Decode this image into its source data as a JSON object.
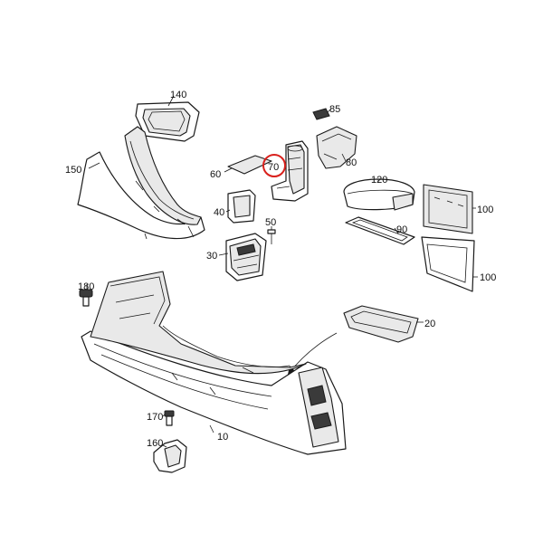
{
  "colors": {
    "line": "#1a1a1a",
    "highlight": "#d9201c",
    "shade": "#e9e9e9"
  },
  "callouts": {
    "p10": "10",
    "p20": "20",
    "p30": "30",
    "p40": "40",
    "p50": "50",
    "p60": "60",
    "p70": "70",
    "p80": "80",
    "p85": "85",
    "p90": "90",
    "p100a": "100",
    "p100b": "100",
    "p120": "120",
    "p140": "140",
    "p150": "150",
    "p160": "160",
    "p170": "170",
    "p180": "180"
  },
  "highlighted_callout": "70"
}
